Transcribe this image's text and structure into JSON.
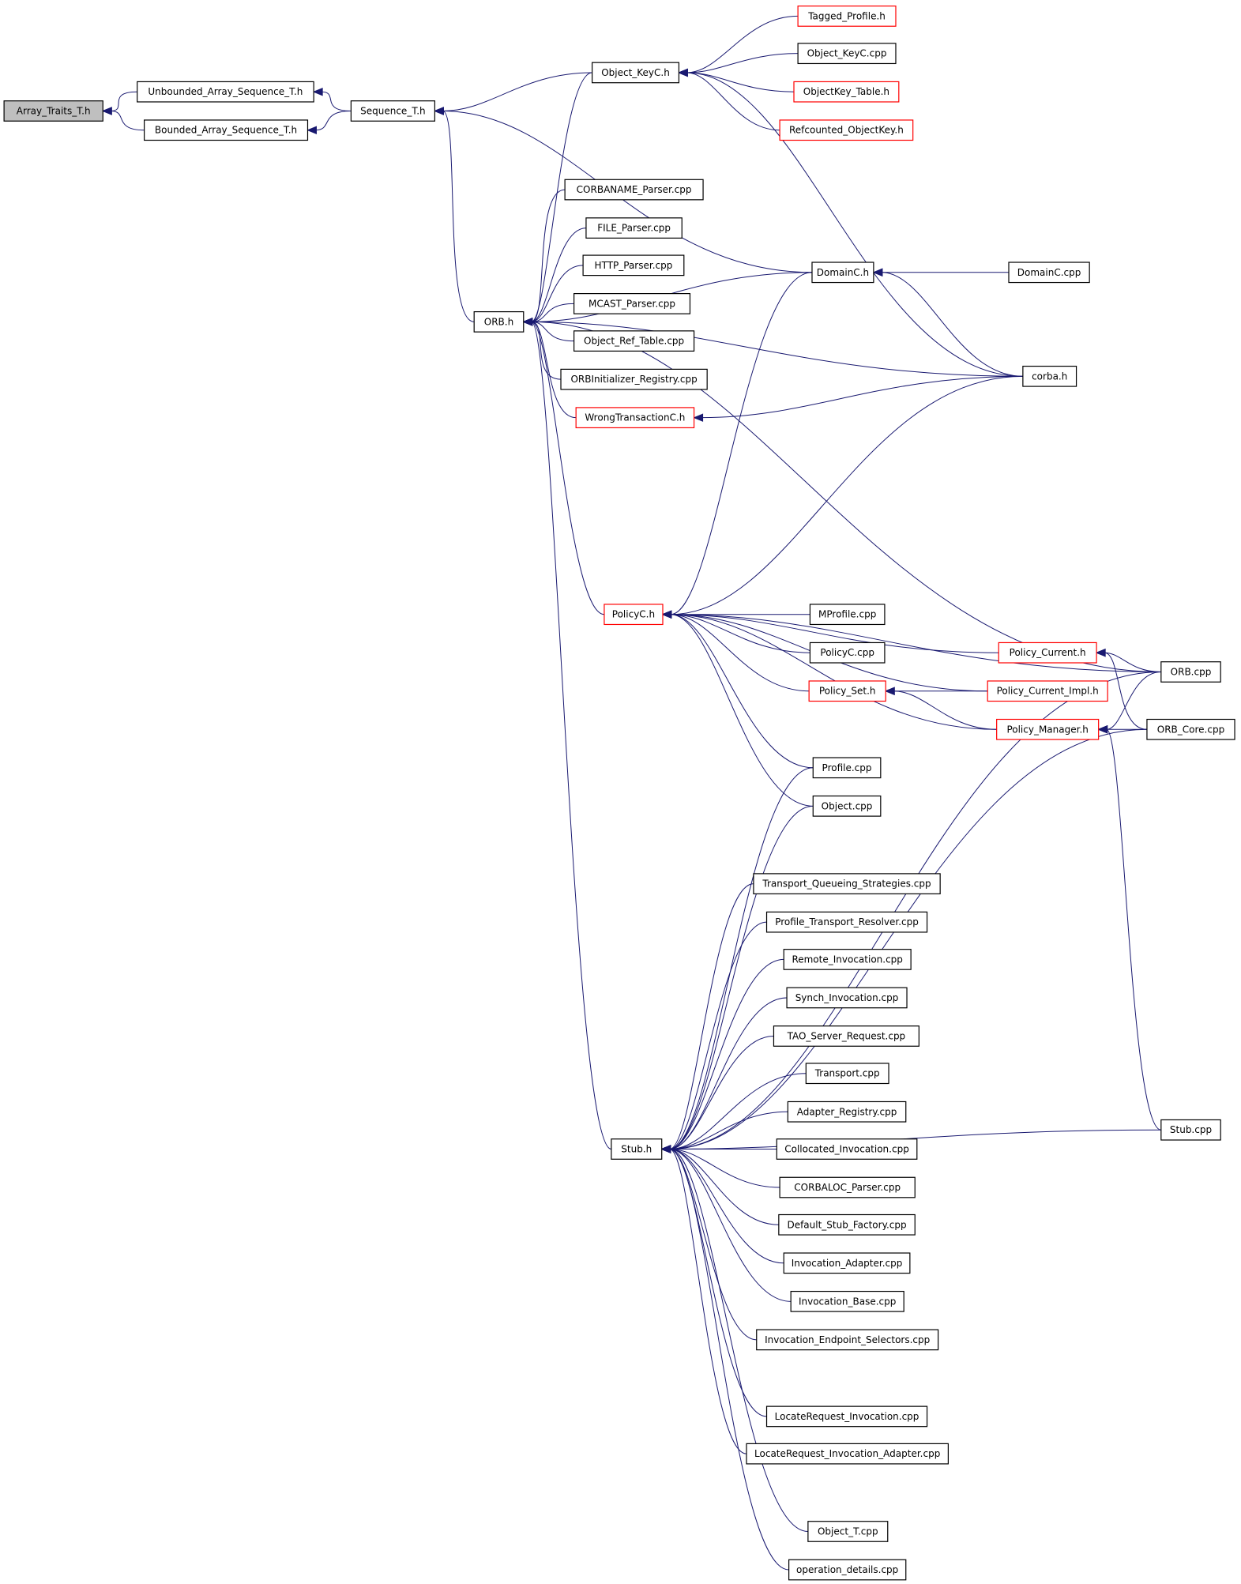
{
  "colors": {
    "edge": "#191970",
    "node_border": "#000000",
    "truncated_border": "#ff0000",
    "root_fill": "#bfbfbf"
  },
  "nodes": [
    {
      "id": "array_traits",
      "label": "Array_Traits_T.h",
      "root": true
    },
    {
      "id": "unbounded",
      "label": "Unbounded_Array_Sequence_T.h"
    },
    {
      "id": "bounded",
      "label": "Bounded_Array_Sequence_T.h"
    },
    {
      "id": "sequence",
      "label": "Sequence_T.h"
    },
    {
      "id": "object_keyc_h",
      "label": "Object_KeyC.h"
    },
    {
      "id": "tagged_profile",
      "label": "Tagged_Profile.h",
      "truncated": true
    },
    {
      "id": "object_keyc_cpp",
      "label": "Object_KeyC.cpp"
    },
    {
      "id": "objectkey_table",
      "label": "ObjectKey_Table.h",
      "truncated": true
    },
    {
      "id": "refcounted",
      "label": "Refcounted_ObjectKey.h",
      "truncated": true
    },
    {
      "id": "corbaname",
      "label": "CORBANAME_Parser.cpp"
    },
    {
      "id": "file_parser",
      "label": "FILE_Parser.cpp"
    },
    {
      "id": "http_parser",
      "label": "HTTP_Parser.cpp"
    },
    {
      "id": "mcast_parser",
      "label": "MCAST_Parser.cpp"
    },
    {
      "id": "orb_h",
      "label": "ORB.h"
    },
    {
      "id": "object_ref_table",
      "label": "Object_Ref_Table.cpp"
    },
    {
      "id": "orbinit",
      "label": "ORBInitializer_Registry.cpp"
    },
    {
      "id": "wrongtx",
      "label": "WrongTransactionC.h",
      "truncated": true
    },
    {
      "id": "domainc_h",
      "label": "DomainC.h"
    },
    {
      "id": "domainc_cpp",
      "label": "DomainC.cpp"
    },
    {
      "id": "corba_h",
      "label": "corba.h"
    },
    {
      "id": "policyc_h",
      "label": "PolicyC.h",
      "truncated": true
    },
    {
      "id": "mprofile",
      "label": "MProfile.cpp"
    },
    {
      "id": "policyc_cpp",
      "label": "PolicyC.cpp"
    },
    {
      "id": "policy_set",
      "label": "Policy_Set.h",
      "truncated": true
    },
    {
      "id": "policy_current",
      "label": "Policy_Current.h",
      "truncated": true
    },
    {
      "id": "policy_current_impl",
      "label": "Policy_Current_Impl.h",
      "truncated": true
    },
    {
      "id": "policy_manager",
      "label": "Policy_Manager.h",
      "truncated": true
    },
    {
      "id": "orb_cpp",
      "label": "ORB.cpp"
    },
    {
      "id": "orb_core",
      "label": "ORB_Core.cpp"
    },
    {
      "id": "profile_cpp",
      "label": "Profile.cpp"
    },
    {
      "id": "object_cpp",
      "label": "Object.cpp"
    },
    {
      "id": "tqs",
      "label": "Transport_Queueing_Strategies.cpp"
    },
    {
      "id": "ptr",
      "label": "Profile_Transport_Resolver.cpp"
    },
    {
      "id": "remote_inv",
      "label": "Remote_Invocation.cpp"
    },
    {
      "id": "synch_inv",
      "label": "Synch_Invocation.cpp"
    },
    {
      "id": "tao_server",
      "label": "TAO_Server_Request.cpp"
    },
    {
      "id": "transport",
      "label": "Transport.cpp"
    },
    {
      "id": "adapter_reg",
      "label": "Adapter_Registry.cpp"
    },
    {
      "id": "stub_h",
      "label": "Stub.h"
    },
    {
      "id": "collocated",
      "label": "Collocated_Invocation.cpp"
    },
    {
      "id": "corbaloc",
      "label": "CORBALOC_Parser.cpp"
    },
    {
      "id": "default_stub",
      "label": "Default_Stub_Factory.cpp"
    },
    {
      "id": "inv_adapter",
      "label": "Invocation_Adapter.cpp"
    },
    {
      "id": "inv_base",
      "label": "Invocation_Base.cpp"
    },
    {
      "id": "inv_endpoint",
      "label": "Invocation_Endpoint_Selectors.cpp"
    },
    {
      "id": "stub_cpp",
      "label": "Stub.cpp"
    },
    {
      "id": "locate_inv",
      "label": "LocateRequest_Invocation.cpp"
    },
    {
      "id": "locate_inv_adapter",
      "label": "LocateRequest_Invocation_Adapter.cpp"
    },
    {
      "id": "object_t",
      "label": "Object_T.cpp"
    },
    {
      "id": "op_details",
      "label": "operation_details.cpp"
    }
  ],
  "edges": [
    [
      "unbounded",
      "array_traits"
    ],
    [
      "bounded",
      "array_traits"
    ],
    [
      "sequence",
      "unbounded"
    ],
    [
      "sequence",
      "bounded"
    ],
    [
      "object_keyc_h",
      "sequence"
    ],
    [
      "orb_h",
      "sequence"
    ],
    [
      "domainc_h",
      "sequence"
    ],
    [
      "tagged_profile",
      "object_keyc_h"
    ],
    [
      "object_keyc_cpp",
      "object_keyc_h"
    ],
    [
      "objectkey_table",
      "object_keyc_h"
    ],
    [
      "refcounted",
      "object_keyc_h"
    ],
    [
      "corba_h",
      "object_keyc_h"
    ],
    [
      "object_keyc_h",
      "orb_h"
    ],
    [
      "domainc_h",
      "orb_h"
    ],
    [
      "corbaname",
      "orb_h"
    ],
    [
      "file_parser",
      "orb_h"
    ],
    [
      "http_parser",
      "orb_h"
    ],
    [
      "mcast_parser",
      "orb_h"
    ],
    [
      "object_ref_table",
      "orb_h"
    ],
    [
      "orbinit",
      "orb_h"
    ],
    [
      "wrongtx",
      "orb_h"
    ],
    [
      "corba_h",
      "orb_h"
    ],
    [
      "orb_cpp",
      "orb_h"
    ],
    [
      "policyc_h",
      "orb_h"
    ],
    [
      "stub_h",
      "orb_h"
    ],
    [
      "domainc_cpp",
      "domainc_h"
    ],
    [
      "corba_h",
      "domainc_h"
    ],
    [
      "corba_h",
      "wrongtx"
    ],
    [
      "domainc_h",
      "policyc_h"
    ],
    [
      "corba_h",
      "policyc_h"
    ],
    [
      "orb_cpp",
      "policyc_h"
    ],
    [
      "policy_current",
      "policyc_h"
    ],
    [
      "policy_current_impl",
      "policyc_h"
    ],
    [
      "mprofile",
      "policyc_h"
    ],
    [
      "policyc_cpp",
      "policyc_h"
    ],
    [
      "policy_set",
      "policyc_h"
    ],
    [
      "policy_manager",
      "policyc_h"
    ],
    [
      "profile_cpp",
      "policyc_h"
    ],
    [
      "object_cpp",
      "policyc_h"
    ],
    [
      "policy_current_impl",
      "policy_set"
    ],
    [
      "policy_manager",
      "policy_set"
    ],
    [
      "orb_cpp",
      "policy_current"
    ],
    [
      "orb_core",
      "policy_current"
    ],
    [
      "orb_core",
      "policy_manager"
    ],
    [
      "orb_cpp",
      "policy_manager"
    ],
    [
      "stub_cpp",
      "policy_manager"
    ],
    [
      "profile_cpp",
      "stub_h"
    ],
    [
      "object_cpp",
      "stub_h"
    ],
    [
      "orb_core",
      "stub_h"
    ],
    [
      "tqs",
      "stub_h"
    ],
    [
      "ptr",
      "stub_h"
    ],
    [
      "remote_inv",
      "stub_h"
    ],
    [
      "synch_inv",
      "stub_h"
    ],
    [
      "tao_server",
      "stub_h"
    ],
    [
      "transport",
      "stub_h"
    ],
    [
      "adapter_reg",
      "stub_h"
    ],
    [
      "collocated",
      "stub_h"
    ],
    [
      "corbaloc",
      "stub_h"
    ],
    [
      "default_stub",
      "stub_h"
    ],
    [
      "inv_adapter",
      "stub_h"
    ],
    [
      "inv_base",
      "stub_h"
    ],
    [
      "inv_endpoint",
      "stub_h"
    ],
    [
      "orb_cpp",
      "stub_h"
    ],
    [
      "locate_inv",
      "stub_h"
    ],
    [
      "locate_inv_adapter",
      "stub_h"
    ],
    [
      "stub_cpp",
      "stub_h"
    ],
    [
      "object_t",
      "stub_h"
    ],
    [
      "op_details",
      "stub_h"
    ]
  ]
}
